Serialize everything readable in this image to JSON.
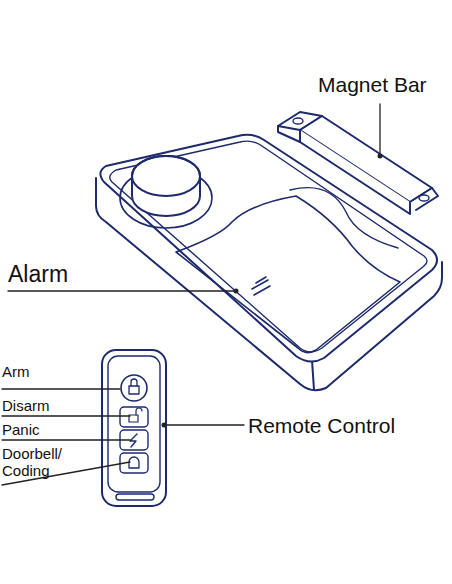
{
  "diagram": {
    "labels": [
      "Magnet Bar",
      "Alarm",
      "Arm",
      "Disarm",
      "Panic",
      "Doorbell/ Coding",
      "Remote Control"
    ]
  }
}
